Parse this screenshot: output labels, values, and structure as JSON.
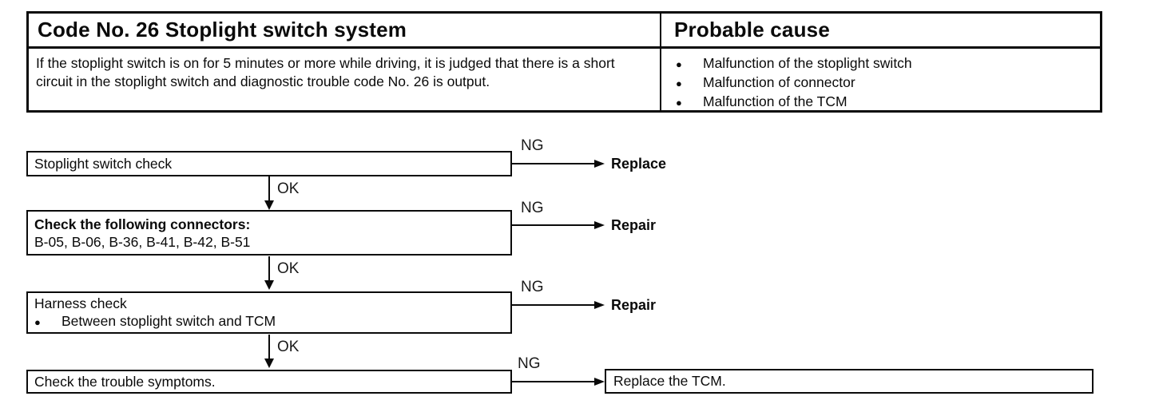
{
  "table": {
    "title": "Code No. 26 Stoplight switch system",
    "probable_cause_header": "Probable cause",
    "description": "If the stoplight switch is on for 5 minutes or more while driving, it is judged that there is a short circuit in the stoplight switch and diagnostic trouble code No. 26 is output.",
    "causes": [
      "Malfunction of the stoplight switch",
      "Malfunction of connector",
      "Malfunction of the TCM"
    ],
    "bullet": "●"
  },
  "flowchart": {
    "ok_label": "OK",
    "ng_label": "NG",
    "bullet": "●",
    "steps": [
      {
        "title": "Stoplight switch check",
        "result": "Replace"
      },
      {
        "title": "Check the following connectors:",
        "detail": "B-05, B-06, B-36, B-41, B-42, B-51",
        "result": "Repair"
      },
      {
        "title": "Harness check",
        "detail": "Between stoplight switch and TCM",
        "result": "Repair"
      },
      {
        "title": "Check the trouble symptoms.",
        "result": "Replace the TCM."
      }
    ]
  }
}
